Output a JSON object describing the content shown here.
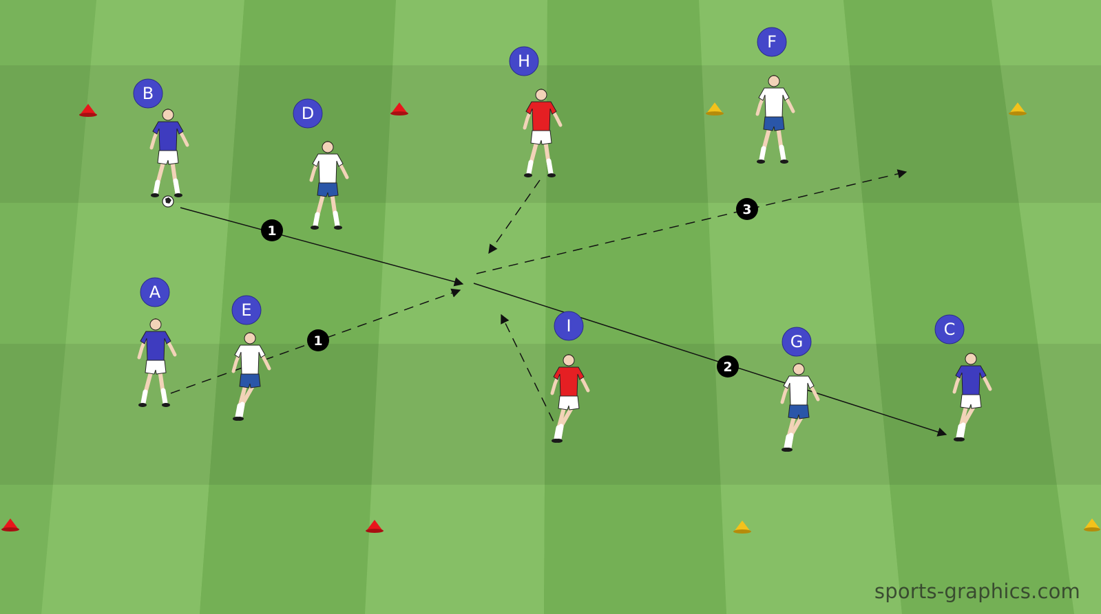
{
  "watermark": "sports-graphics.com",
  "colors": {
    "grass_light": "#86bf66",
    "grass_dark": "#70ad52",
    "player_label_bg": "#4447c9",
    "step_badge_bg": "#000000",
    "cone_red": "#e8161b",
    "cone_yellow": "#f3c21b",
    "team_blue_shirt": "#3e3cbf",
    "team_white_shirt": "#ffffff",
    "team_white_shorts": "#2a56a8",
    "team_red_shirt": "#e51f23",
    "passing_line": "#111111"
  },
  "players": [
    {
      "label": "A",
      "team": "blue"
    },
    {
      "label": "B",
      "team": "blue"
    },
    {
      "label": "C",
      "team": "blue"
    },
    {
      "label": "D",
      "team": "white"
    },
    {
      "label": "E",
      "team": "white"
    },
    {
      "label": "F",
      "team": "white"
    },
    {
      "label": "G",
      "team": "white"
    },
    {
      "label": "H",
      "team": "red"
    },
    {
      "label": "I",
      "team": "red"
    }
  ],
  "step_badges": [
    "1",
    "1",
    "2",
    "3"
  ],
  "cones": [
    "red",
    "red",
    "red",
    "red",
    "yellow",
    "yellow",
    "yellow",
    "yellow"
  ]
}
